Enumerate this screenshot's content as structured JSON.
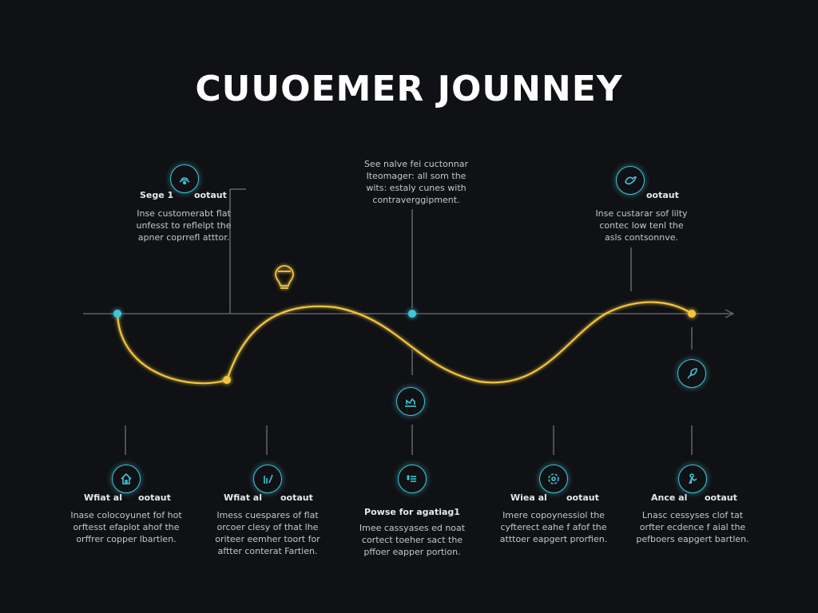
{
  "title": "CUUOEMER JOUNNEY",
  "stages_top": [
    {
      "label_left": "Sege 1",
      "label_right": "ootaut",
      "lines": [
        "Inse customerabt flat",
        "unfesst to reflelpt the",
        "apner coprrefl atttor."
      ]
    },
    {
      "label_left": "",
      "label_right": "",
      "lines": [
        "See nalve fei cuctonnar",
        "Iteomager: all som the",
        "wits: estaly cunes with",
        "contraverggipment."
      ]
    },
    {
      "label_left": "",
      "label_right": "ootaut",
      "lines": [
        "Inse custarar sof lilty",
        "contec low tenl the",
        "asls contsonnve."
      ]
    }
  ],
  "stages_bottom": [
    {
      "label_left": "Wfiat al",
      "label_right": "ootaut",
      "lines": [
        "Inase colocoyunet fof hot",
        "orftesst efaplot ahof the",
        "orffrer copper lbartlen."
      ]
    },
    {
      "label_left": "Wfiat al",
      "label_right": "ootaut",
      "lines": [
        "Imess cuespares of flat",
        "orcoer clesy of that lhe",
        "oriteer eemher toort for",
        "aftter conterat Fartien."
      ]
    },
    {
      "label_left": "",
      "label_right": "",
      "heading": "Powse for agatiag1",
      "lines": [
        "Imee cassyases ed noat",
        "cortect toeher sact the",
        "pffoer eapper portion."
      ]
    },
    {
      "label_left": "Wiea al",
      "label_right": "ootaut",
      "lines": [
        "Imere copoynessiol the",
        "cyfterect eahe f afof the",
        "atttoer eapgert prorfien."
      ]
    },
    {
      "label_left": "Ance al",
      "label_right": "ootaut",
      "lines": [
        "Lnasc cessyses clof tat",
        "orfter ecdence f aial the",
        "pefboers eapgert bartlen."
      ]
    }
  ],
  "icons": {
    "top": [
      "wifi-signal-icon",
      "",
      "bird-icon"
    ],
    "bottom": [
      "house-icon",
      "tools-icon",
      "checklist-icon",
      "target-icon",
      "person-icon"
    ],
    "mid": [
      "chart-icon",
      "leaf-icon"
    ],
    "bulb": "lightbulb-icon"
  },
  "colors": {
    "accent_cyan": "#3fc6d8",
    "accent_yellow": "#f2c53d",
    "background": "#101114"
  }
}
